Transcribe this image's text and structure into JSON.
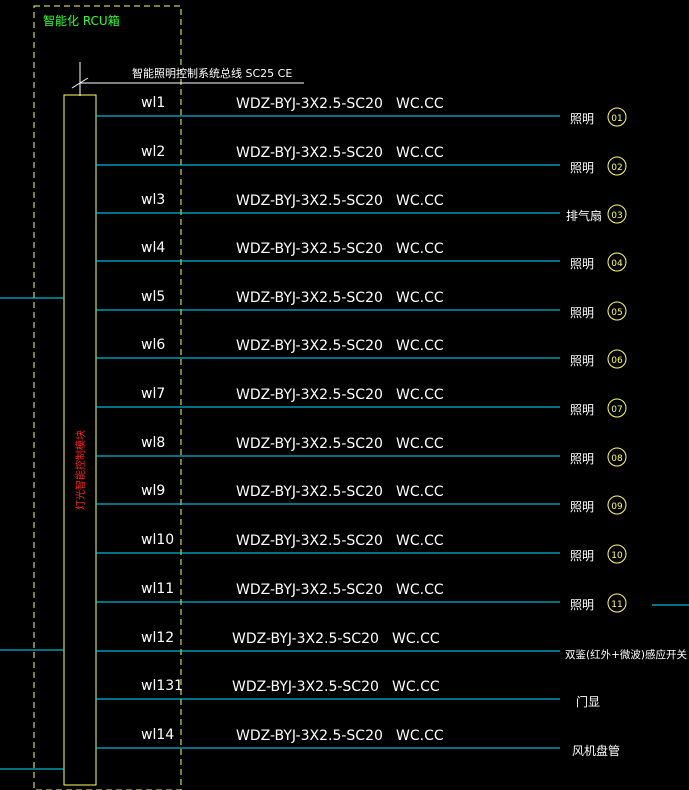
{
  "header": {
    "box_title": "智能化 RCU箱",
    "bus_label": "智能照明控制系统总线 SC25 CE",
    "module_label": "灯光智能控制模块"
  },
  "circuits": [
    {
      "id": "wl1",
      "spec": "WDZ-BYJ-3X2.5-SC20",
      "route": "WC.CC",
      "load": "照明",
      "num": "01"
    },
    {
      "id": "wl2",
      "spec": "WDZ-BYJ-3X2.5-SC20",
      "route": "WC.CC",
      "load": "照明",
      "num": "02"
    },
    {
      "id": "wl3",
      "spec": "WDZ-BYJ-3X2.5-SC20",
      "route": "WC.CC",
      "load": "排气扇",
      "num": "03"
    },
    {
      "id": "wl4",
      "spec": "WDZ-BYJ-3X2.5-SC20",
      "route": "WC.CC",
      "load": "照明",
      "num": "04"
    },
    {
      "id": "wl5",
      "spec": "WDZ-BYJ-3X2.5-SC20",
      "route": "WC.CC",
      "load": "照明",
      "num": "05"
    },
    {
      "id": "wl6",
      "spec": "WDZ-BYJ-3X2.5-SC20",
      "route": "WC.CC",
      "load": "照明",
      "num": "06"
    },
    {
      "id": "wl7",
      "spec": "WDZ-BYJ-3X2.5-SC20",
      "route": "WC.CC",
      "load": "照明",
      "num": "07"
    },
    {
      "id": "wl8",
      "spec": "WDZ-BYJ-3X2.5-SC20",
      "route": "WC.CC",
      "load": "照明",
      "num": "08"
    },
    {
      "id": "wl9",
      "spec": "WDZ-BYJ-3X2.5-SC20",
      "route": "WC.CC",
      "load": "照明",
      "num": "09"
    },
    {
      "id": "wl10",
      "spec": "WDZ-BYJ-3X2.5-SC20",
      "route": "WC.CC",
      "load": "照明",
      "num": "10"
    },
    {
      "id": "wl11",
      "spec": "WDZ-BYJ-3X2.5-SC20",
      "route": "WC.CC",
      "load": "照明",
      "num": "11"
    },
    {
      "id": "wl12",
      "spec": "WDZ-BYJ-3X2.5-SC20",
      "route": "WC.CC",
      "load": "双鉴(红外+微波)感应开关",
      "num": ""
    },
    {
      "id": "wl131",
      "spec": "WDZ-BYJ-3X2.5-SC20",
      "route": "WC.CC",
      "load": "门显",
      "num": ""
    },
    {
      "id": "wl14",
      "spec": "WDZ-BYJ-3X2.5-SC20",
      "route": "WC.CC",
      "load": "风机盘管",
      "num": ""
    }
  ],
  "colors": {
    "background": "#000000",
    "line_cyan": "#00e5ff",
    "frame_yellow": "#ffff66",
    "label_green": "#33ff33",
    "label_red": "#ff2020",
    "text_white": "#ffffff"
  }
}
